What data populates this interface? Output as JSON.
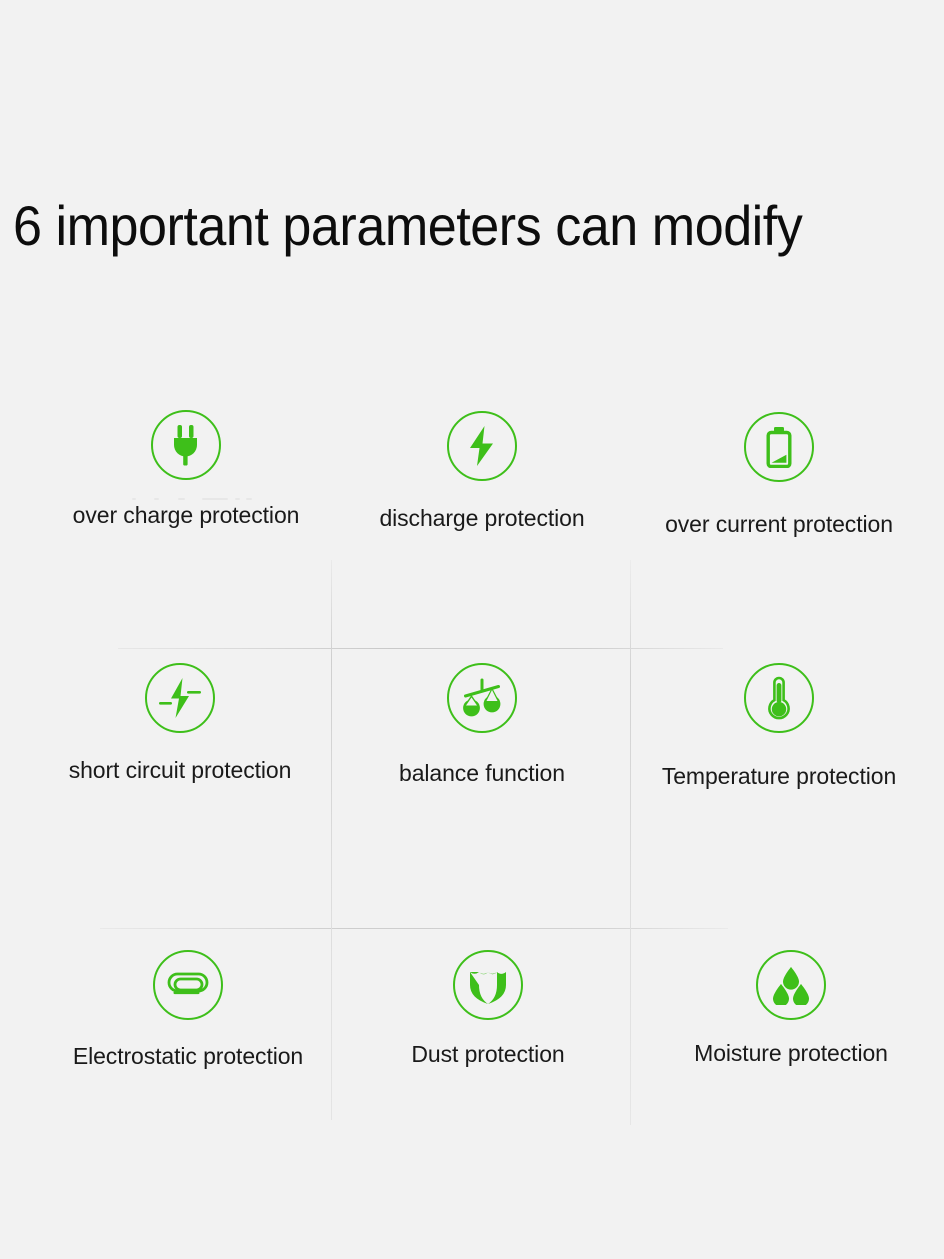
{
  "page": {
    "background_color": "#f2f2f2",
    "accent_color": "#3ebf1a",
    "text_color": "#1a1a1a"
  },
  "header": {
    "title": "6 important parameters can modify"
  },
  "features": [
    {
      "icon": "power-plug-icon",
      "label": "over charge protection"
    },
    {
      "icon": "lightning-bolt-icon",
      "label": "discharge protection"
    },
    {
      "icon": "battery-icon",
      "label": "over current protection"
    },
    {
      "icon": "short-circuit-icon",
      "label": "short circuit protection"
    },
    {
      "icon": "balance-scale-icon",
      "label": "balance function"
    },
    {
      "icon": "thermometer-icon",
      "label": "Temperature protection"
    },
    {
      "icon": "esd-capsule-icon",
      "label": "Electrostatic protection"
    },
    {
      "icon": "shield-icon",
      "label": "Dust protection"
    },
    {
      "icon": "water-droplets-icon",
      "label": "Moisture protection"
    }
  ]
}
